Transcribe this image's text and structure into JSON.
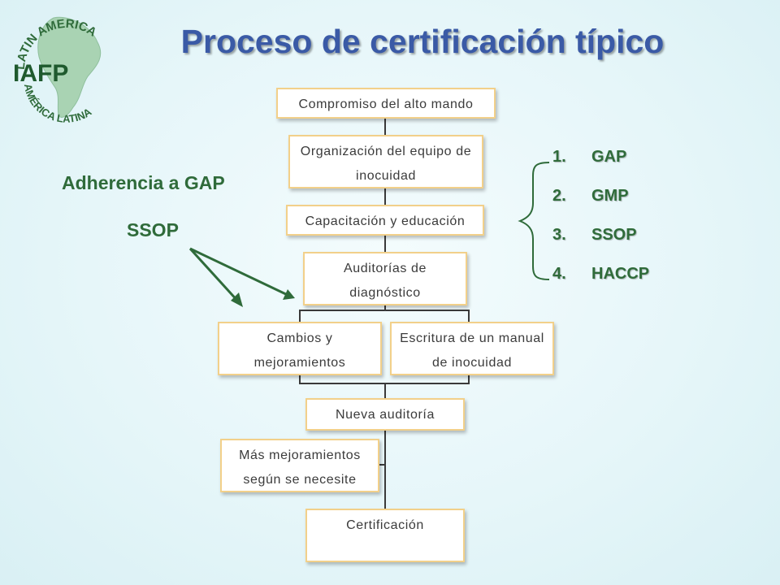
{
  "title": "Proceso de certificación típico",
  "logo": {
    "top_text": "LATIN AMERICA",
    "center_text": "IAFP",
    "bottom_text": "AMÉRICA LATINA"
  },
  "flow": {
    "steps": [
      "Compromiso del alto mando",
      "Organización del equipo de inocuidad",
      "Capacitación y educación",
      "Auditorías de diagnóstico",
      "Cambios y mejoramientos",
      "Escritura de un manual de inocuidad",
      "Nueva auditoría",
      "Más mejoramientos según se necesite",
      "Certificación"
    ]
  },
  "side_note": {
    "line1": "Adherencia a GAP",
    "line2": "SSOP"
  },
  "programs": [
    {
      "num": "1.",
      "label": "GAP"
    },
    {
      "num": "2.",
      "label": "GMP"
    },
    {
      "num": "3.",
      "label": "SSOP"
    },
    {
      "num": "4.",
      "label": "HACCP"
    }
  ],
  "colors": {
    "box_border": "#f2d08a",
    "accent_green": "#2f6b3a",
    "title_blue": "#3a5aa6"
  }
}
